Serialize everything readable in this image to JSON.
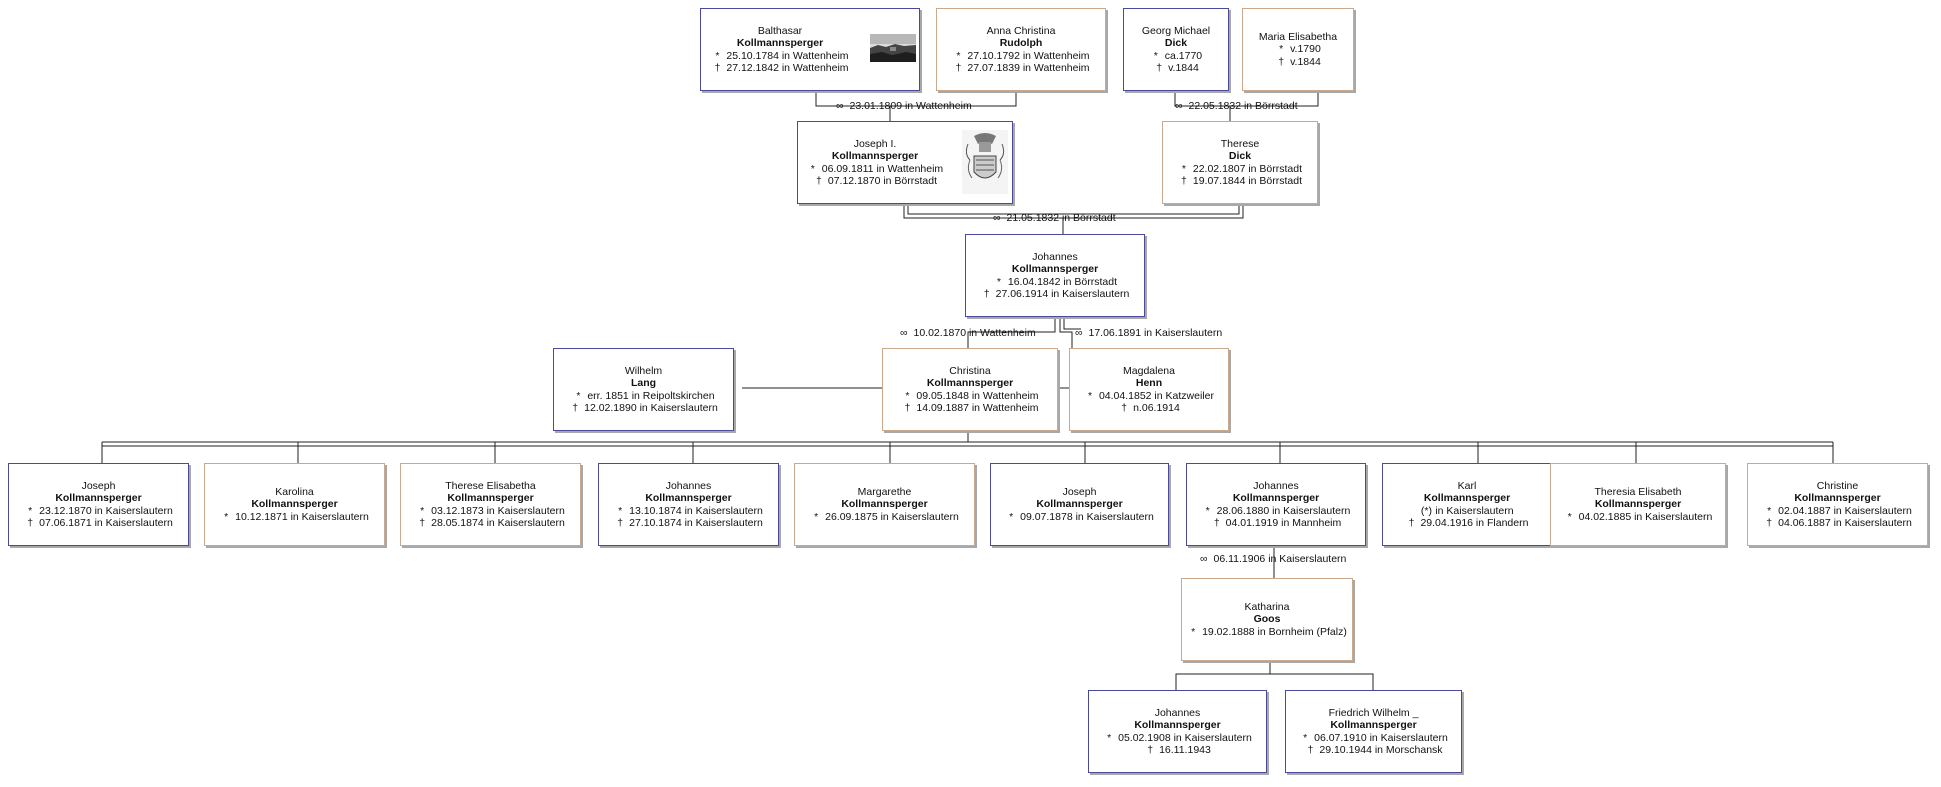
{
  "symbols": {
    "birth": "*",
    "death": "†",
    "marriage": "∞",
    "christening": "(*)"
  },
  "persons": {
    "balthasar": {
      "given": "Balthasar",
      "surname": "Kollmannsperger",
      "sex": "m",
      "events": [
        {
          "sym": "*",
          "text": "25.10.1784 in Wattenheim"
        },
        {
          "sym": "†",
          "text": "27.12.1842 in Wattenheim"
        }
      ]
    },
    "anna": {
      "given": "Anna Christina",
      "surname": "Rudolph",
      "sex": "f",
      "events": [
        {
          "sym": "*",
          "text": "27.10.1792 in Wattenheim"
        },
        {
          "sym": "†",
          "text": "27.07.1839 in Wattenheim"
        }
      ]
    },
    "georg": {
      "given": "Georg Michael",
      "surname": "Dick",
      "sex": "m",
      "events": [
        {
          "sym": "*",
          "text": "ca.1770"
        },
        {
          "sym": "†",
          "text": "v.1844"
        }
      ]
    },
    "maria": {
      "given": "Maria Elisabetha",
      "surname": "",
      "sex": "f",
      "events": [
        {
          "sym": "*",
          "text": "v.1790"
        },
        {
          "sym": "†",
          "text": "v.1844"
        }
      ]
    },
    "joseph1": {
      "given": "Joseph I.",
      "surname": "Kollmannsperger",
      "sex": "m",
      "events": [
        {
          "sym": "*",
          "text": "06.09.1811 in Wattenheim"
        },
        {
          "sym": "†",
          "text": "07.12.1870 in Börrstadt"
        }
      ]
    },
    "therese": {
      "given": "Therese",
      "surname": "Dick",
      "sex": "f",
      "events": [
        {
          "sym": "*",
          "text": "22.02.1807 in Börrstadt"
        },
        {
          "sym": "†",
          "text": "19.07.1844 in Börrstadt"
        }
      ]
    },
    "johannes": {
      "given": "Johannes",
      "surname": "Kollmannsperger",
      "sex": "m",
      "events": [
        {
          "sym": "*",
          "text": "16.04.1842 in Börrstadt"
        },
        {
          "sym": "†",
          "text": "27.06.1914 in Kaiserslautern"
        }
      ]
    },
    "wilhelm": {
      "given": "Wilhelm",
      "surname": "Lang",
      "sex": "m",
      "events": [
        {
          "sym": "*",
          "text": "err. 1851 in Reipoltskirchen"
        },
        {
          "sym": "†",
          "text": "12.02.1890 in Kaiserslautern"
        }
      ]
    },
    "christina": {
      "given": "Christina",
      "surname": "Kollmannsperger",
      "sex": "f",
      "events": [
        {
          "sym": "*",
          "text": "09.05.1848 in Wattenheim"
        },
        {
          "sym": "†",
          "text": "14.09.1887 in Wattenheim"
        }
      ]
    },
    "magdalena": {
      "given": "Magdalena",
      "surname": "Henn",
      "sex": "f",
      "events": [
        {
          "sym": "*",
          "text": "04.04.1852 in Katzweiler"
        },
        {
          "sym": "†",
          "text": "n.06.1914"
        }
      ]
    },
    "c_joseph1": {
      "given": "Joseph",
      "surname": "Kollmannsperger",
      "sex": "m",
      "events": [
        {
          "sym": "*",
          "text": "23.12.1870 in Kaiserslautern"
        },
        {
          "sym": "†",
          "text": "07.06.1871 in Kaiserslautern"
        }
      ]
    },
    "c_karolina": {
      "given": "Karolina",
      "surname": "Kollmannsperger",
      "sex": "f",
      "events": [
        {
          "sym": "*",
          "text": "10.12.1871 in Kaiserslautern"
        }
      ]
    },
    "c_therese": {
      "given": "Therese Elisabetha",
      "surname": "Kollmannsperger",
      "sex": "f",
      "events": [
        {
          "sym": "*",
          "text": "03.12.1873 in Kaiserslautern"
        },
        {
          "sym": "†",
          "text": "28.05.1874 in Kaiserslautern"
        }
      ]
    },
    "c_johannes1": {
      "given": "Johannes",
      "surname": "Kollmannsperger",
      "sex": "m",
      "events": [
        {
          "sym": "*",
          "text": "13.10.1874 in Kaiserslautern"
        },
        {
          "sym": "†",
          "text": "27.10.1874 in Kaiserslautern"
        }
      ]
    },
    "c_margarethe": {
      "given": "Margarethe",
      "surname": "Kollmannsperger",
      "sex": "f",
      "events": [
        {
          "sym": "*",
          "text": "26.09.1875 in Kaiserslautern"
        }
      ]
    },
    "c_joseph2": {
      "given": "Joseph",
      "surname": "Kollmannsperger",
      "sex": "m",
      "events": [
        {
          "sym": "*",
          "text": "09.07.1878 in Kaiserslautern"
        }
      ]
    },
    "c_johannes2": {
      "given": "Johannes",
      "surname": "Kollmannsperger",
      "sex": "m",
      "events": [
        {
          "sym": "*",
          "text": "28.06.1880 in Kaiserslautern"
        },
        {
          "sym": "†",
          "text": "04.01.1919 in Mannheim"
        }
      ]
    },
    "c_karl": {
      "given": "Karl",
      "surname": "Kollmannsperger",
      "sex": "m",
      "events": [
        {
          "sym": "(*)",
          "text": "in Kaiserslautern"
        },
        {
          "sym": "†",
          "text": "29.04.1916 in Flandern"
        }
      ]
    },
    "c_theresia": {
      "given": "Theresia Elisabeth",
      "surname": "Kollmannsperger",
      "sex": "f",
      "events": [
        {
          "sym": "*",
          "text": "04.02.1885 in Kaiserslautern"
        }
      ]
    },
    "c_christine": {
      "given": "Christine",
      "surname": "Kollmannsperger",
      "sex": "f",
      "events": [
        {
          "sym": "*",
          "text": "02.04.1887 in Kaiserslautern"
        },
        {
          "sym": "†",
          "text": "04.06.1887 in Kaiserslautern"
        }
      ]
    },
    "katharina": {
      "given": "Katharina",
      "surname": "Goos",
      "sex": "f",
      "events": [
        {
          "sym": "*",
          "text": "19.02.1888 in Bornheim (Pfalz)"
        }
      ]
    },
    "g_johannes": {
      "given": "Johannes",
      "surname": "Kollmannsperger",
      "sex": "m",
      "events": [
        {
          "sym": "*",
          "text": "05.02.1908 in Kaiserslautern"
        },
        {
          "sym": "†",
          "text": "16.11.1943"
        }
      ]
    },
    "g_friedrich": {
      "given": "Friedrich Wilhelm _",
      "surname": "Kollmannsperger",
      "sex": "m",
      "events": [
        {
          "sym": "*",
          "text": "06.07.1910 in Kaiserslautern"
        },
        {
          "sym": "†",
          "text": "29.10.1944 in Morschansk"
        }
      ]
    }
  },
  "marriages": {
    "m1": {
      "text": "23.01.1809 in Wattenheim"
    },
    "m2": {
      "text": "22.05.1832 in Börrstadt"
    },
    "m3": {
      "text": "21.05.1832 in Börrstadt"
    },
    "m4": {
      "text": "10.02.1870 in Wattenheim"
    },
    "m5": {
      "text": "17.06.1891 in Kaiserslautern"
    },
    "m6": {
      "text": "06.11.1906 in Kaiserslautern"
    }
  }
}
